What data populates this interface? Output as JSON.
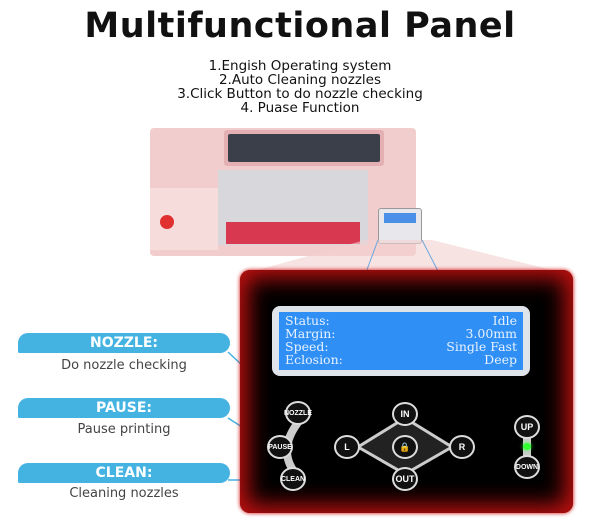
{
  "title": "Multifunctional Panel",
  "features": [
    "1.Engish Operating system",
    "2.Auto Cleaning nozzles",
    "3.Click Button to do nozzle checking",
    "4. Puase Function"
  ],
  "lcd": [
    {
      "label": "Status:",
      "value": "Idle"
    },
    {
      "label": "Margin:",
      "value": "3.00mm"
    },
    {
      "label": "Speed:",
      "value": "Single Fast"
    },
    {
      "label": "Eclosion:",
      "value": "Deep"
    }
  ],
  "callouts": [
    {
      "title": "NOZZLE:",
      "desc": "Do nozzle checking"
    },
    {
      "title": "PAUSE:",
      "desc": "Pause printing"
    },
    {
      "title": "CLEAN:",
      "desc": "Cleaning nozzles"
    }
  ],
  "buttons": {
    "nozzle": "NOZZLE",
    "pause": "PAUSE",
    "clean": "CLEAN",
    "in": "IN",
    "l": "L",
    "r": "R",
    "out": "OUT",
    "lock": "🔒",
    "up": "UP",
    "down": "DOWN"
  },
  "colors": {
    "callout": "#45b3e2",
    "lcd": "#2f8ff5",
    "panel_glow": "#c01010"
  }
}
